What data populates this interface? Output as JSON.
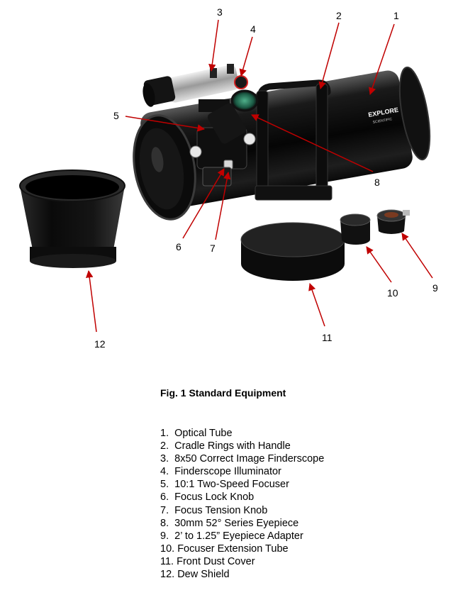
{
  "figure": {
    "tube_brand": "EXPLORE",
    "tube_brand_sub": "SCIENTIFIC",
    "callouts": [
      "1",
      "2",
      "3",
      "4",
      "5",
      "6",
      "7",
      "8",
      "9",
      "10",
      "11",
      "12"
    ],
    "arrow_color": "#c00000"
  },
  "caption": "Fig. 1 Standard Equipment",
  "parts": [
    {
      "num": "1.",
      "label": "Optical Tube"
    },
    {
      "num": "2.",
      "label": "Cradle Rings with Handle"
    },
    {
      "num": "3.",
      "label": "8x50 Correct Image Finderscope"
    },
    {
      "num": "4.",
      "label": "Finderscope Illuminator"
    },
    {
      "num": "5.",
      "label": "10:1 Two-Speed Focuser"
    },
    {
      "num": "6.",
      "label": "Focus Lock Knob"
    },
    {
      "num": "7.",
      "label": "Focus Tension Knob"
    },
    {
      "num": "8.",
      "label": "30mm 52° Series Eyepiece"
    },
    {
      "num": "9.",
      "label": "2’ to 1.25” Eyepiece Adapter"
    },
    {
      "num": "10.",
      "label": "Focuser Extension Tube"
    },
    {
      "num": "11.",
      "label": "Front Dust Cover"
    },
    {
      "num": "12.",
      "label": "Dew Shield"
    }
  ]
}
